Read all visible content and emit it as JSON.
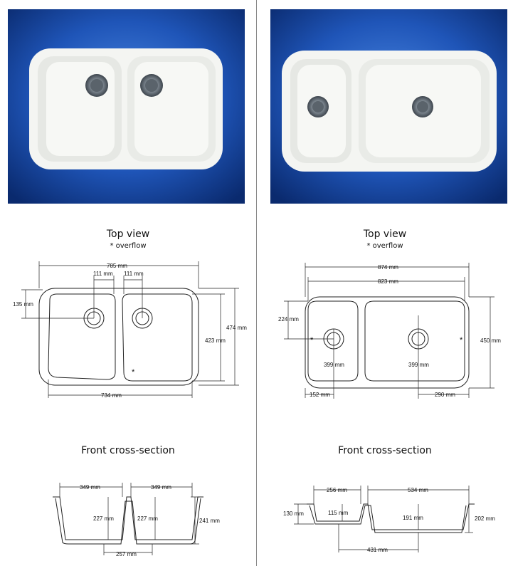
{
  "left": {
    "top_view_title": "Top view",
    "overflow_note": "* overflow",
    "overflow_mark": "*",
    "dims": {
      "overall_width": "785 mm",
      "bowl_a": "111 mm",
      "bowl_b": "111 mm",
      "drain_offset": "135 mm",
      "bowl_depth": "423 mm",
      "overall_depth": "474 mm",
      "inner_width": "734 mm"
    },
    "section_title": "Front cross-section",
    "section_dims": {
      "bowl_left_width": "349 mm",
      "bowl_right_width": "349 mm",
      "left_depth": "227 mm",
      "right_depth": "227 mm",
      "overall_height": "241 mm",
      "drain_spacing": "257 mm"
    }
  },
  "right": {
    "top_view_title": "Top view",
    "overflow_note": "* overflow",
    "overflow_mark": "*",
    "dims": {
      "overall_width": "874 mm",
      "inner_width": "823 mm",
      "drain_offset": "224 mm",
      "overall_depth": "450 mm",
      "small_drain": "399 mm",
      "large_drain": "399 mm",
      "left_edge": "152 mm",
      "right_edge": "290 mm"
    },
    "section_title": "Front cross-section",
    "section_dims": {
      "small_bowl_width": "256 mm",
      "large_bowl_width": "534 mm",
      "small_height": "130 mm",
      "small_depth": "115 mm",
      "large_depth": "191 mm",
      "overall_height": "202 mm",
      "drain_spacing": "431 mm"
    }
  },
  "colors": {
    "photo_blue_dark": "#0a2f7a",
    "photo_blue_light": "#3b78d8",
    "sink_white": "#f3f4f1",
    "drain_metal": "#7d8790",
    "line": "#222222"
  }
}
